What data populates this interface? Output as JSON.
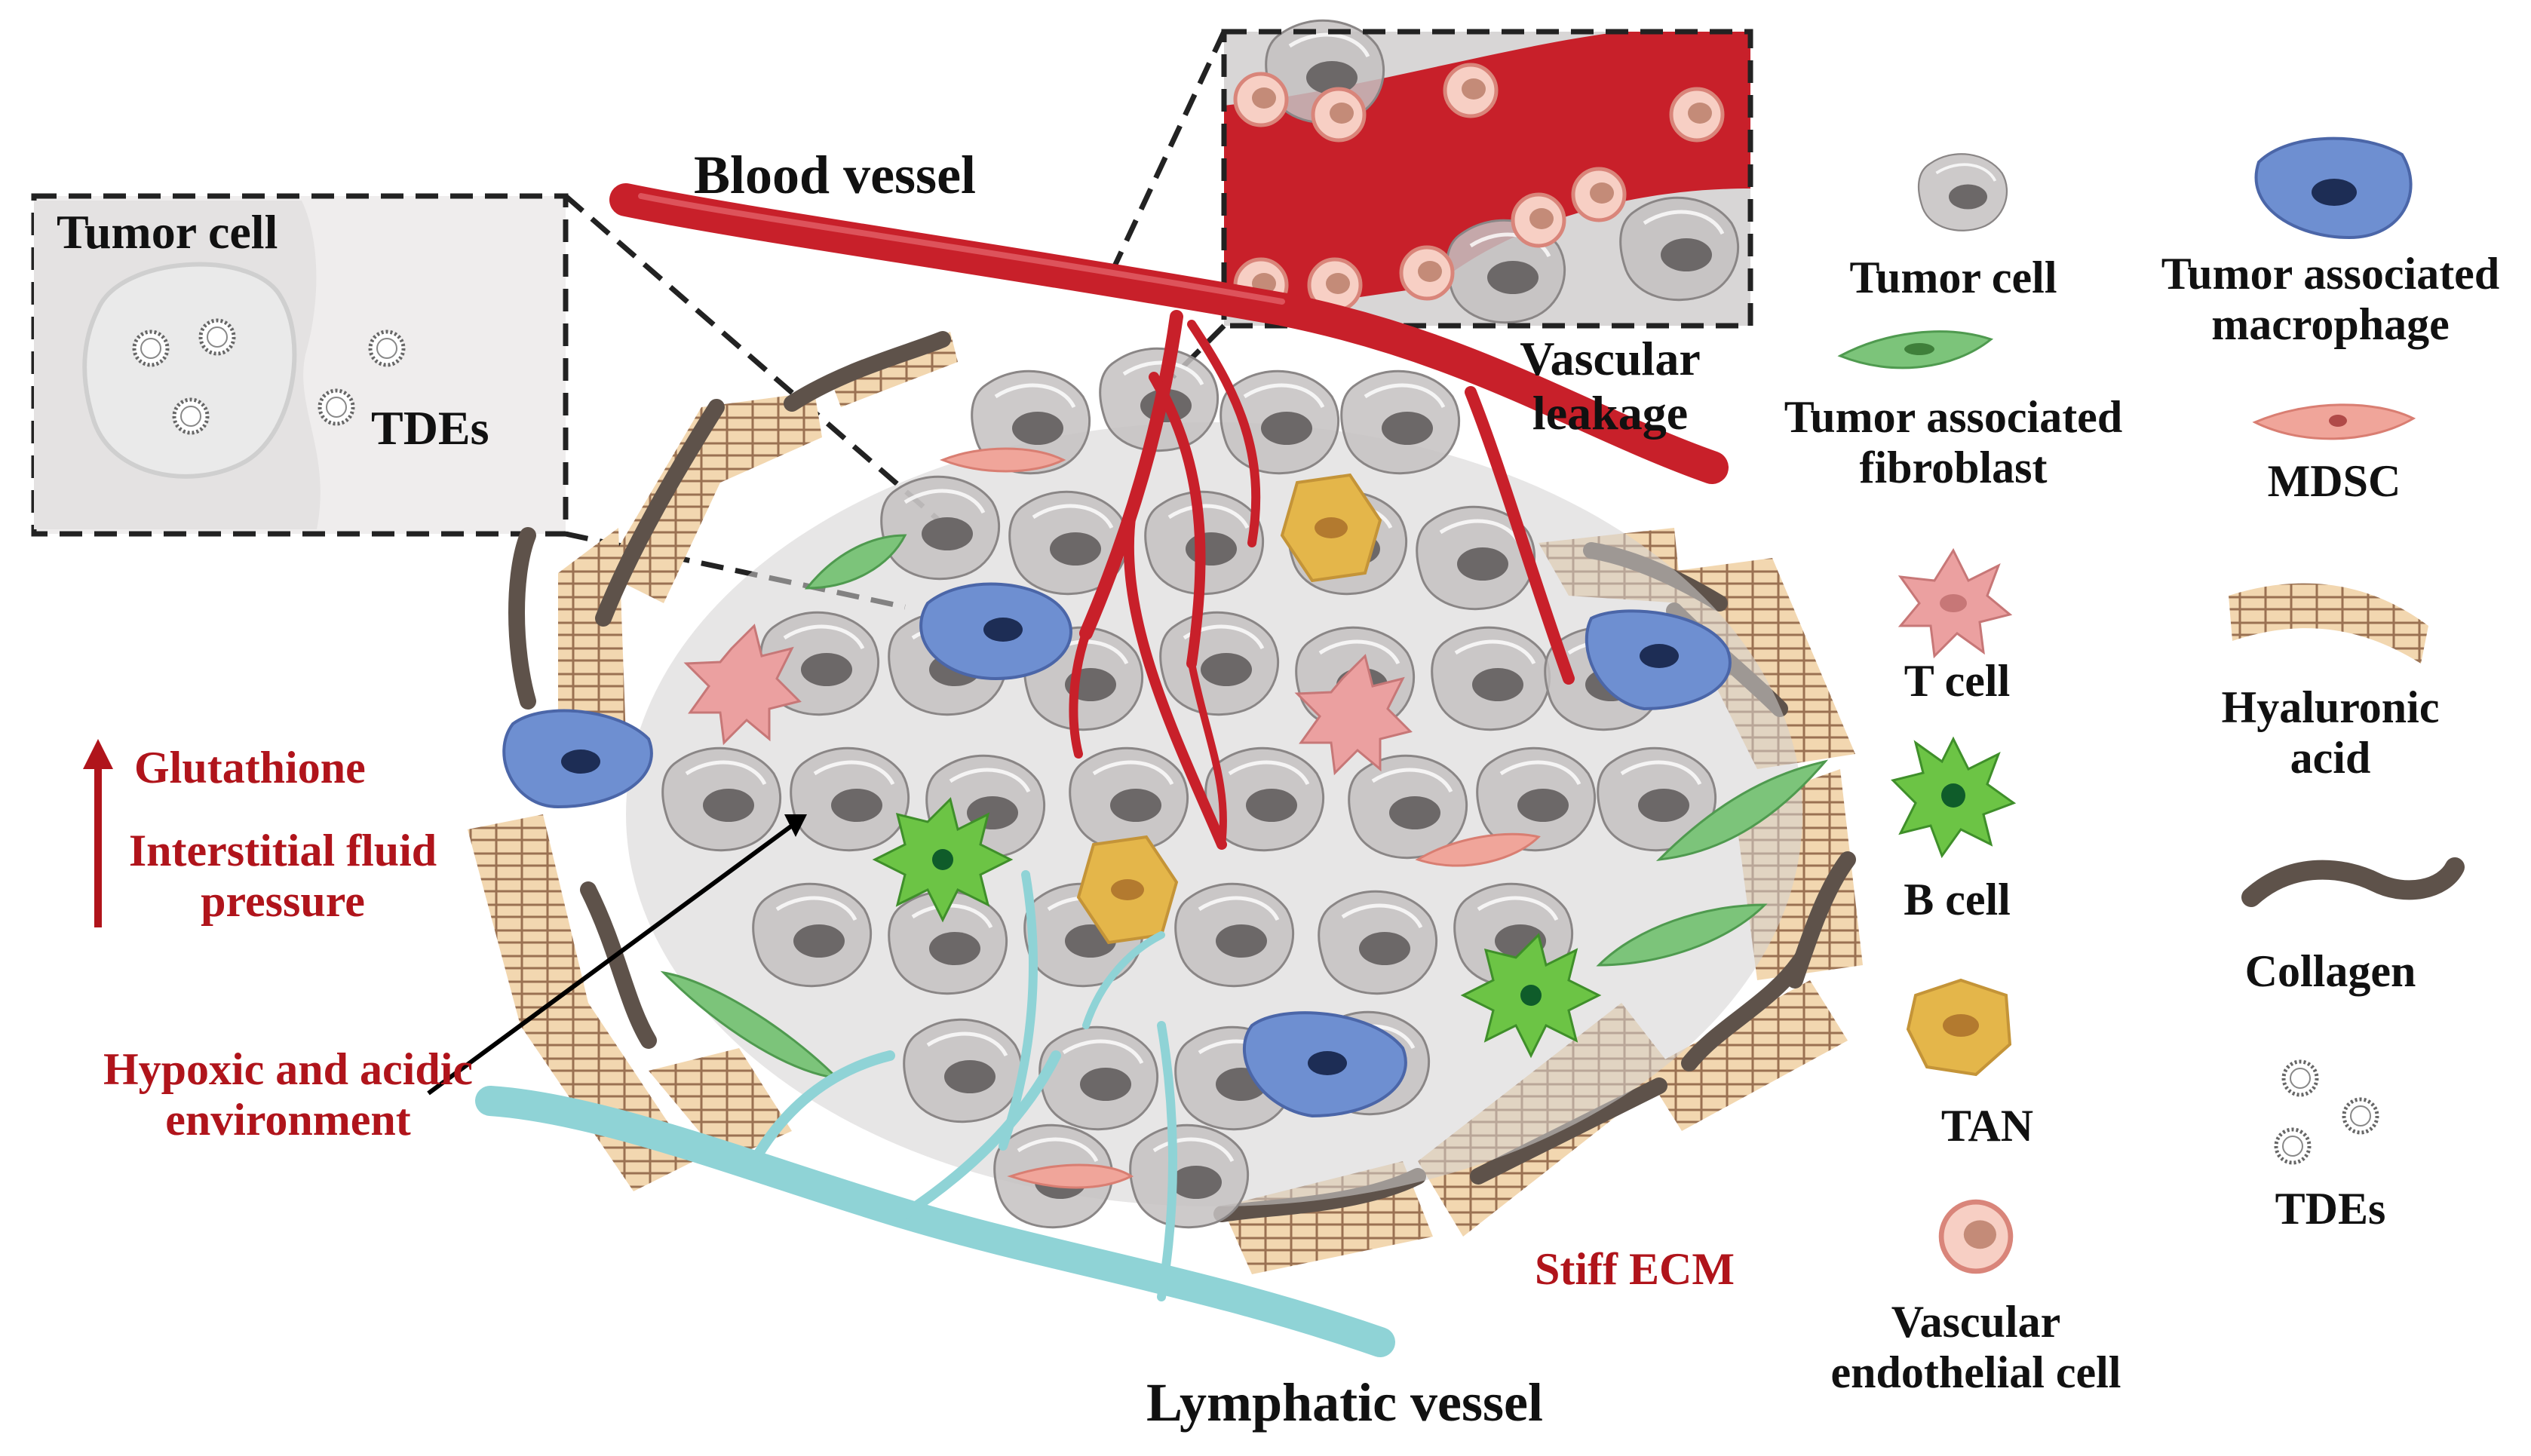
{
  "labels": {
    "blood_vessel": "Blood vessel",
    "lymphatic_vessel": "Lymphatic vessel",
    "vascular_leakage": "Vascular leakage",
    "inset_tumor_cell": "Tumor cell",
    "inset_tdes": "TDEs",
    "glutathione": "Glutathione",
    "interstitial_fluid_pressure": "Interstitial fluid pressure",
    "hypoxic_acidic": "Hypoxic and acidic environment",
    "stiff_ecm": "Stiff ECM"
  },
  "legend": {
    "left": [
      {
        "key": "tumor-cell",
        "label": "Tumor cell"
      },
      {
        "key": "fibroblast",
        "label": "Tumor associated fibroblast"
      },
      {
        "key": "t-cell",
        "label": "T cell"
      },
      {
        "key": "b-cell",
        "label": "B cell"
      },
      {
        "key": "tan",
        "label": "TAN"
      },
      {
        "key": "endothelial",
        "label": "Vascular endothelial cell"
      }
    ],
    "right": [
      {
        "key": "macrophage",
        "label": "Tumor associated macrophage"
      },
      {
        "key": "mdsc",
        "label": "MDSC"
      },
      {
        "key": "hyaluronic",
        "label": "Hyaluronic acid"
      },
      {
        "key": "collagen",
        "label": "Collagen"
      },
      {
        "key": "tdes",
        "label": "TDEs"
      }
    ]
  },
  "colors": {
    "blood": "#c8202a",
    "lymph": "#8fd3d6",
    "accent_text": "#b0141b",
    "tumor": "#b9b6b6",
    "fibroblast": "#7cc47a",
    "macrophage": "#6e8fd1",
    "mdsc": "#f0a59a",
    "tcell": "#eba0a0",
    "bcell": "#6cc445",
    "tan": "#e4b64a",
    "hyaluronic": "#e9c79a",
    "collagen": "#5e524a"
  }
}
